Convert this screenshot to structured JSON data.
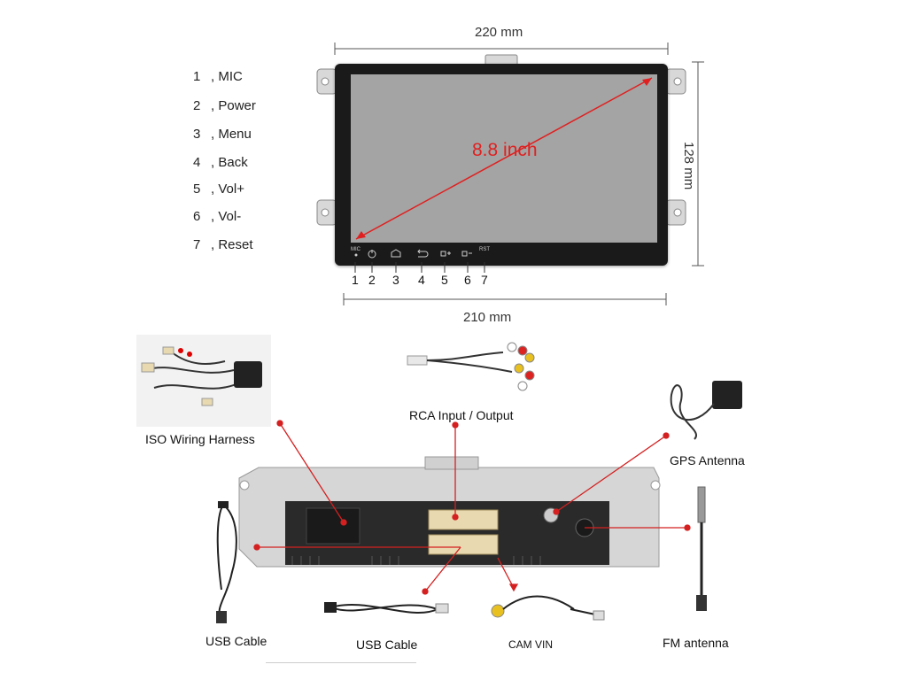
{
  "legend": [
    {
      "num": "1",
      "label": "MIC"
    },
    {
      "num": "2",
      "label": "Power"
    },
    {
      "num": "3",
      "label": "Menu"
    },
    {
      "num": "4",
      "label": "Back"
    },
    {
      "num": "5",
      "label": "Vol+"
    },
    {
      "num": "6",
      "label": "Vol-"
    },
    {
      "num": "7",
      "label": "Reset"
    }
  ],
  "dimensions": {
    "top_width": "220 mm",
    "bottom_width": "210 mm",
    "height": "128 mm"
  },
  "screen": {
    "size_label": "8.8 inch",
    "button_labels": [
      "MIC",
      "RST"
    ]
  },
  "button_numbers": [
    "1",
    "2",
    "3",
    "4",
    "5",
    "6",
    "7"
  ],
  "accessories": {
    "iso_harness": "ISO Wiring Harness",
    "rca": "RCA Input / Output",
    "gps": "GPS Antenna",
    "usb_left": "USB Cable",
    "usb_mid": "USB Cable",
    "cam_vin": "CAM VIN",
    "fm_antenna": "FM antenna"
  },
  "colors": {
    "callout_red": "#d42020",
    "bezel": "#1a1a1a",
    "screen": "#a4a4a4",
    "connector_beige": "#e8d9b0"
  }
}
